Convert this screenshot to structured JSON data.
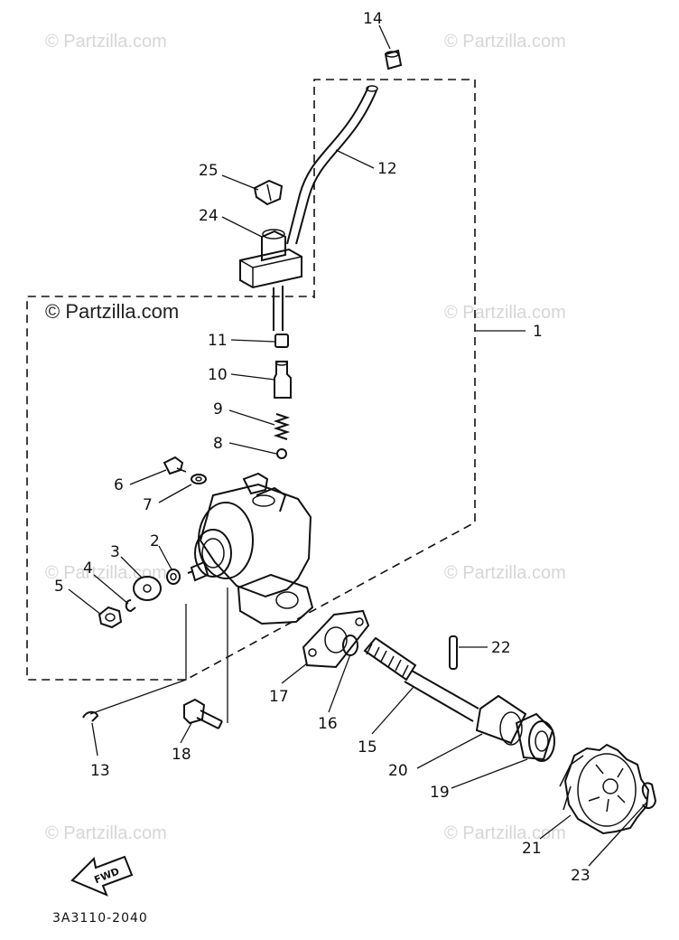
{
  "watermarks": {
    "small": "© Partzilla.com",
    "main": "© Partzilla.com"
  },
  "diagram_code": "3A3110-2040",
  "fwd_label": "FWD",
  "callouts": [
    "1",
    "2",
    "3",
    "4",
    "5",
    "6",
    "7",
    "8",
    "9",
    "10",
    "11",
    "12",
    "13",
    "14",
    "15",
    "16",
    "17",
    "18",
    "19",
    "20",
    "21",
    "22",
    "23",
    "24",
    "25"
  ],
  "colors": {
    "line": "#111111",
    "watermark": "#d6d6d6",
    "background": "#ffffff"
  }
}
